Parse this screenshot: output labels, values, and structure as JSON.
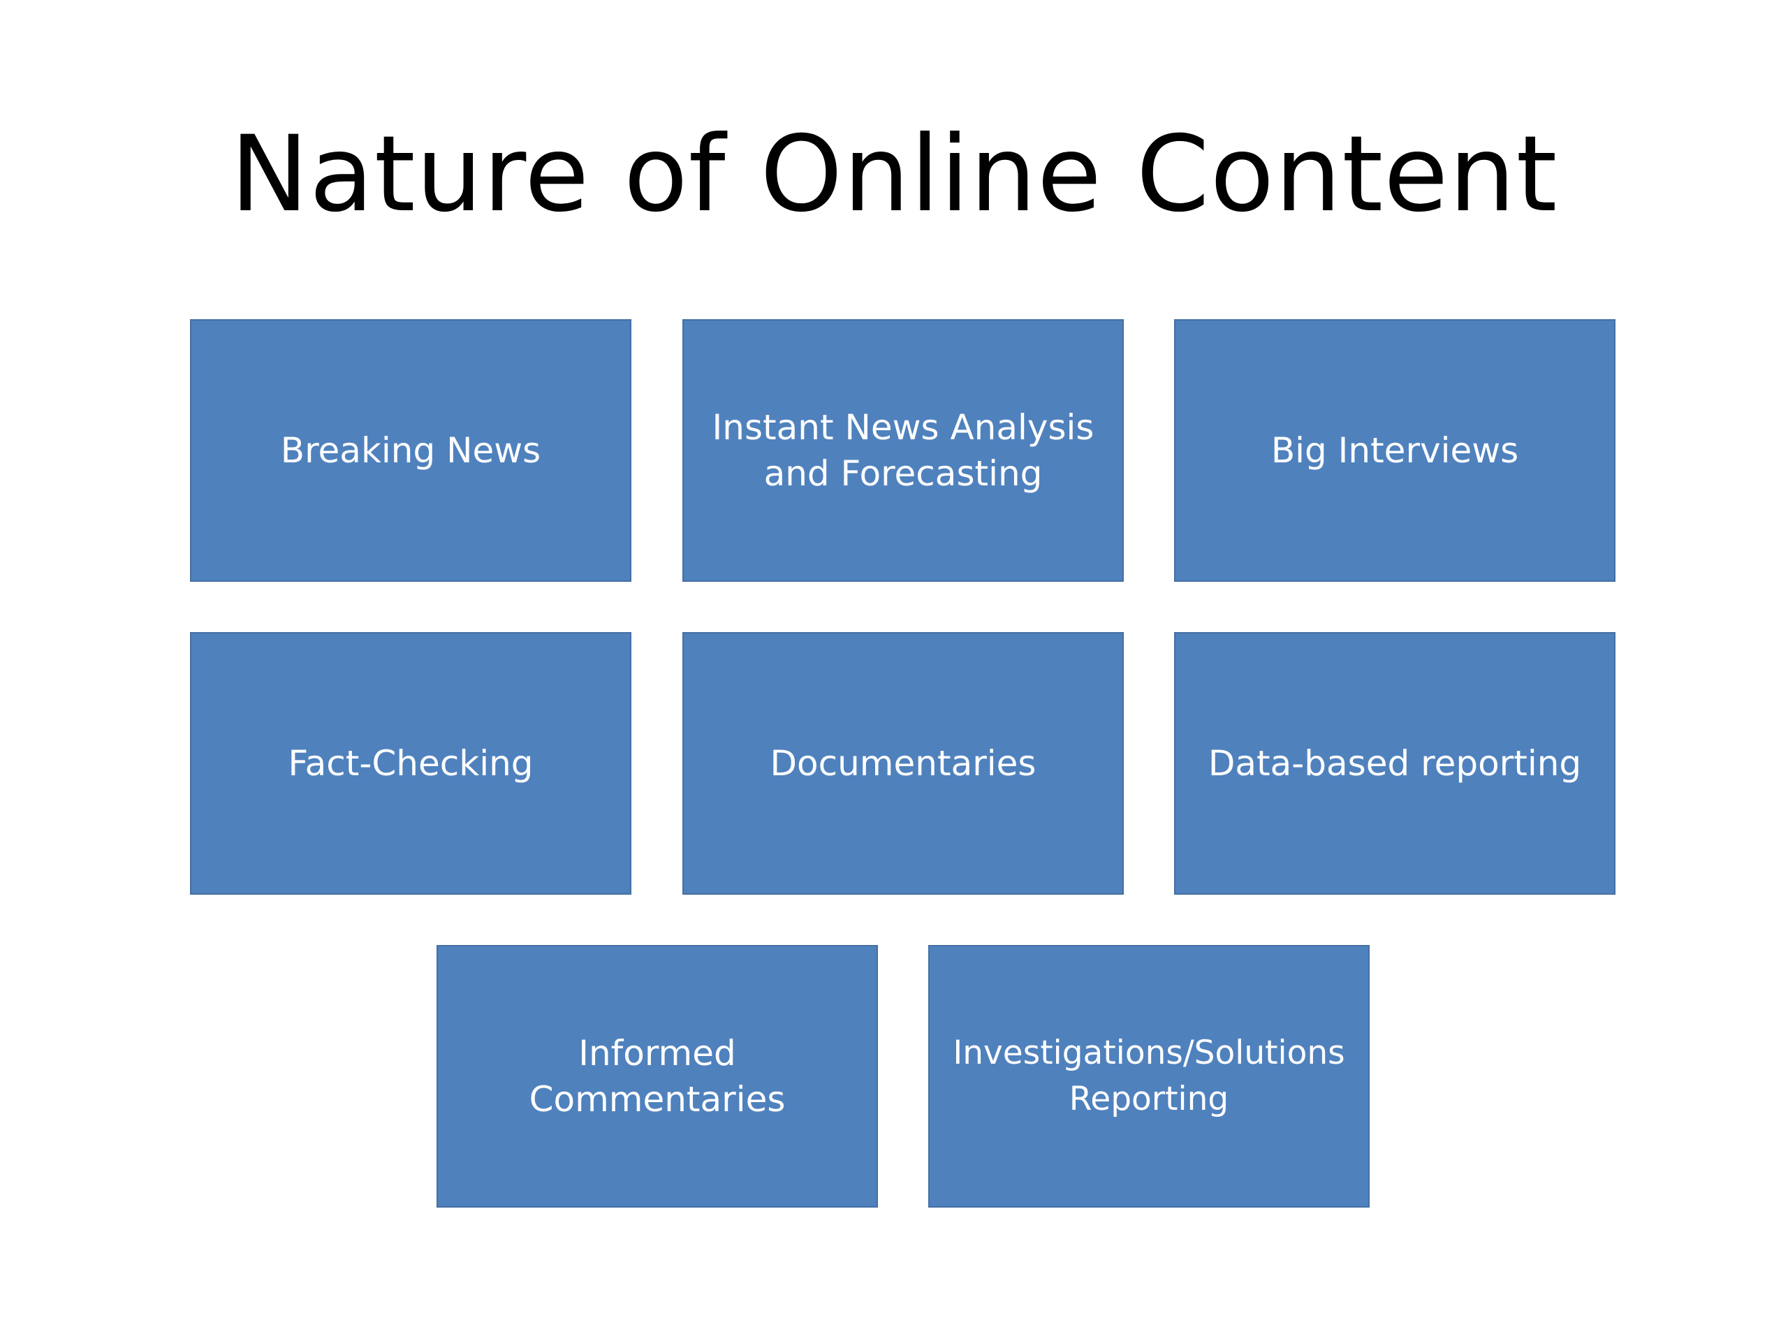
{
  "slide": {
    "title": "Nature of Online Content",
    "box_color": "#4f81bd",
    "text_color": "#ffffff",
    "boxes": [
      {
        "label": "Breaking News"
      },
      {
        "label": "Instant News Analysis and Forecasting"
      },
      {
        "label": "Big Interviews"
      },
      {
        "label": "Fact-Checking"
      },
      {
        "label": "Documentaries"
      },
      {
        "label": "Data-based reporting"
      },
      {
        "label": "Informed Commentaries"
      },
      {
        "label": "Investigations/Solutions Reporting"
      }
    ]
  }
}
